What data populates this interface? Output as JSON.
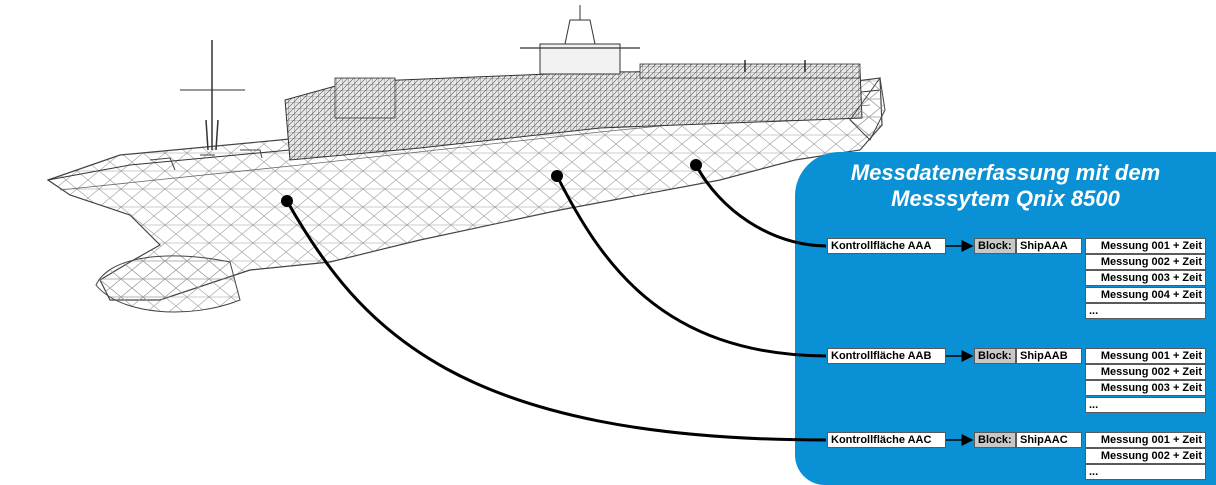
{
  "panel": {
    "title_line1": "Messdatenerfassung mit dem",
    "title_line2": "Messsytem Qnix 8500",
    "color": "#0a90d4"
  },
  "groups": [
    {
      "control": "Kontrollfläche AAA",
      "block_label": "Block:",
      "block_name": "ShipAAA",
      "measurements": [
        "Messung 001 + Zeit",
        "Messung 002 + Zeit",
        "Messung 003 + Zeit",
        "Messung 004 + Zeit",
        "..."
      ]
    },
    {
      "control": "Kontrollfläche AAB",
      "block_label": "Block:",
      "block_name": "ShipAAB",
      "measurements": [
        "Messung 001 + Zeit",
        "Messung 002 + Zeit",
        "Messung 003 + Zeit",
        "..."
      ]
    },
    {
      "control": "Kontrollfläche AAC",
      "block_label": "Block:",
      "block_name": "ShipAAC",
      "measurements": [
        "Messung 001 + Zeit",
        "Messung 002 + Zeit",
        "..."
      ]
    }
  ],
  "ship_image": {
    "icon": "container-ship-wireframe"
  }
}
